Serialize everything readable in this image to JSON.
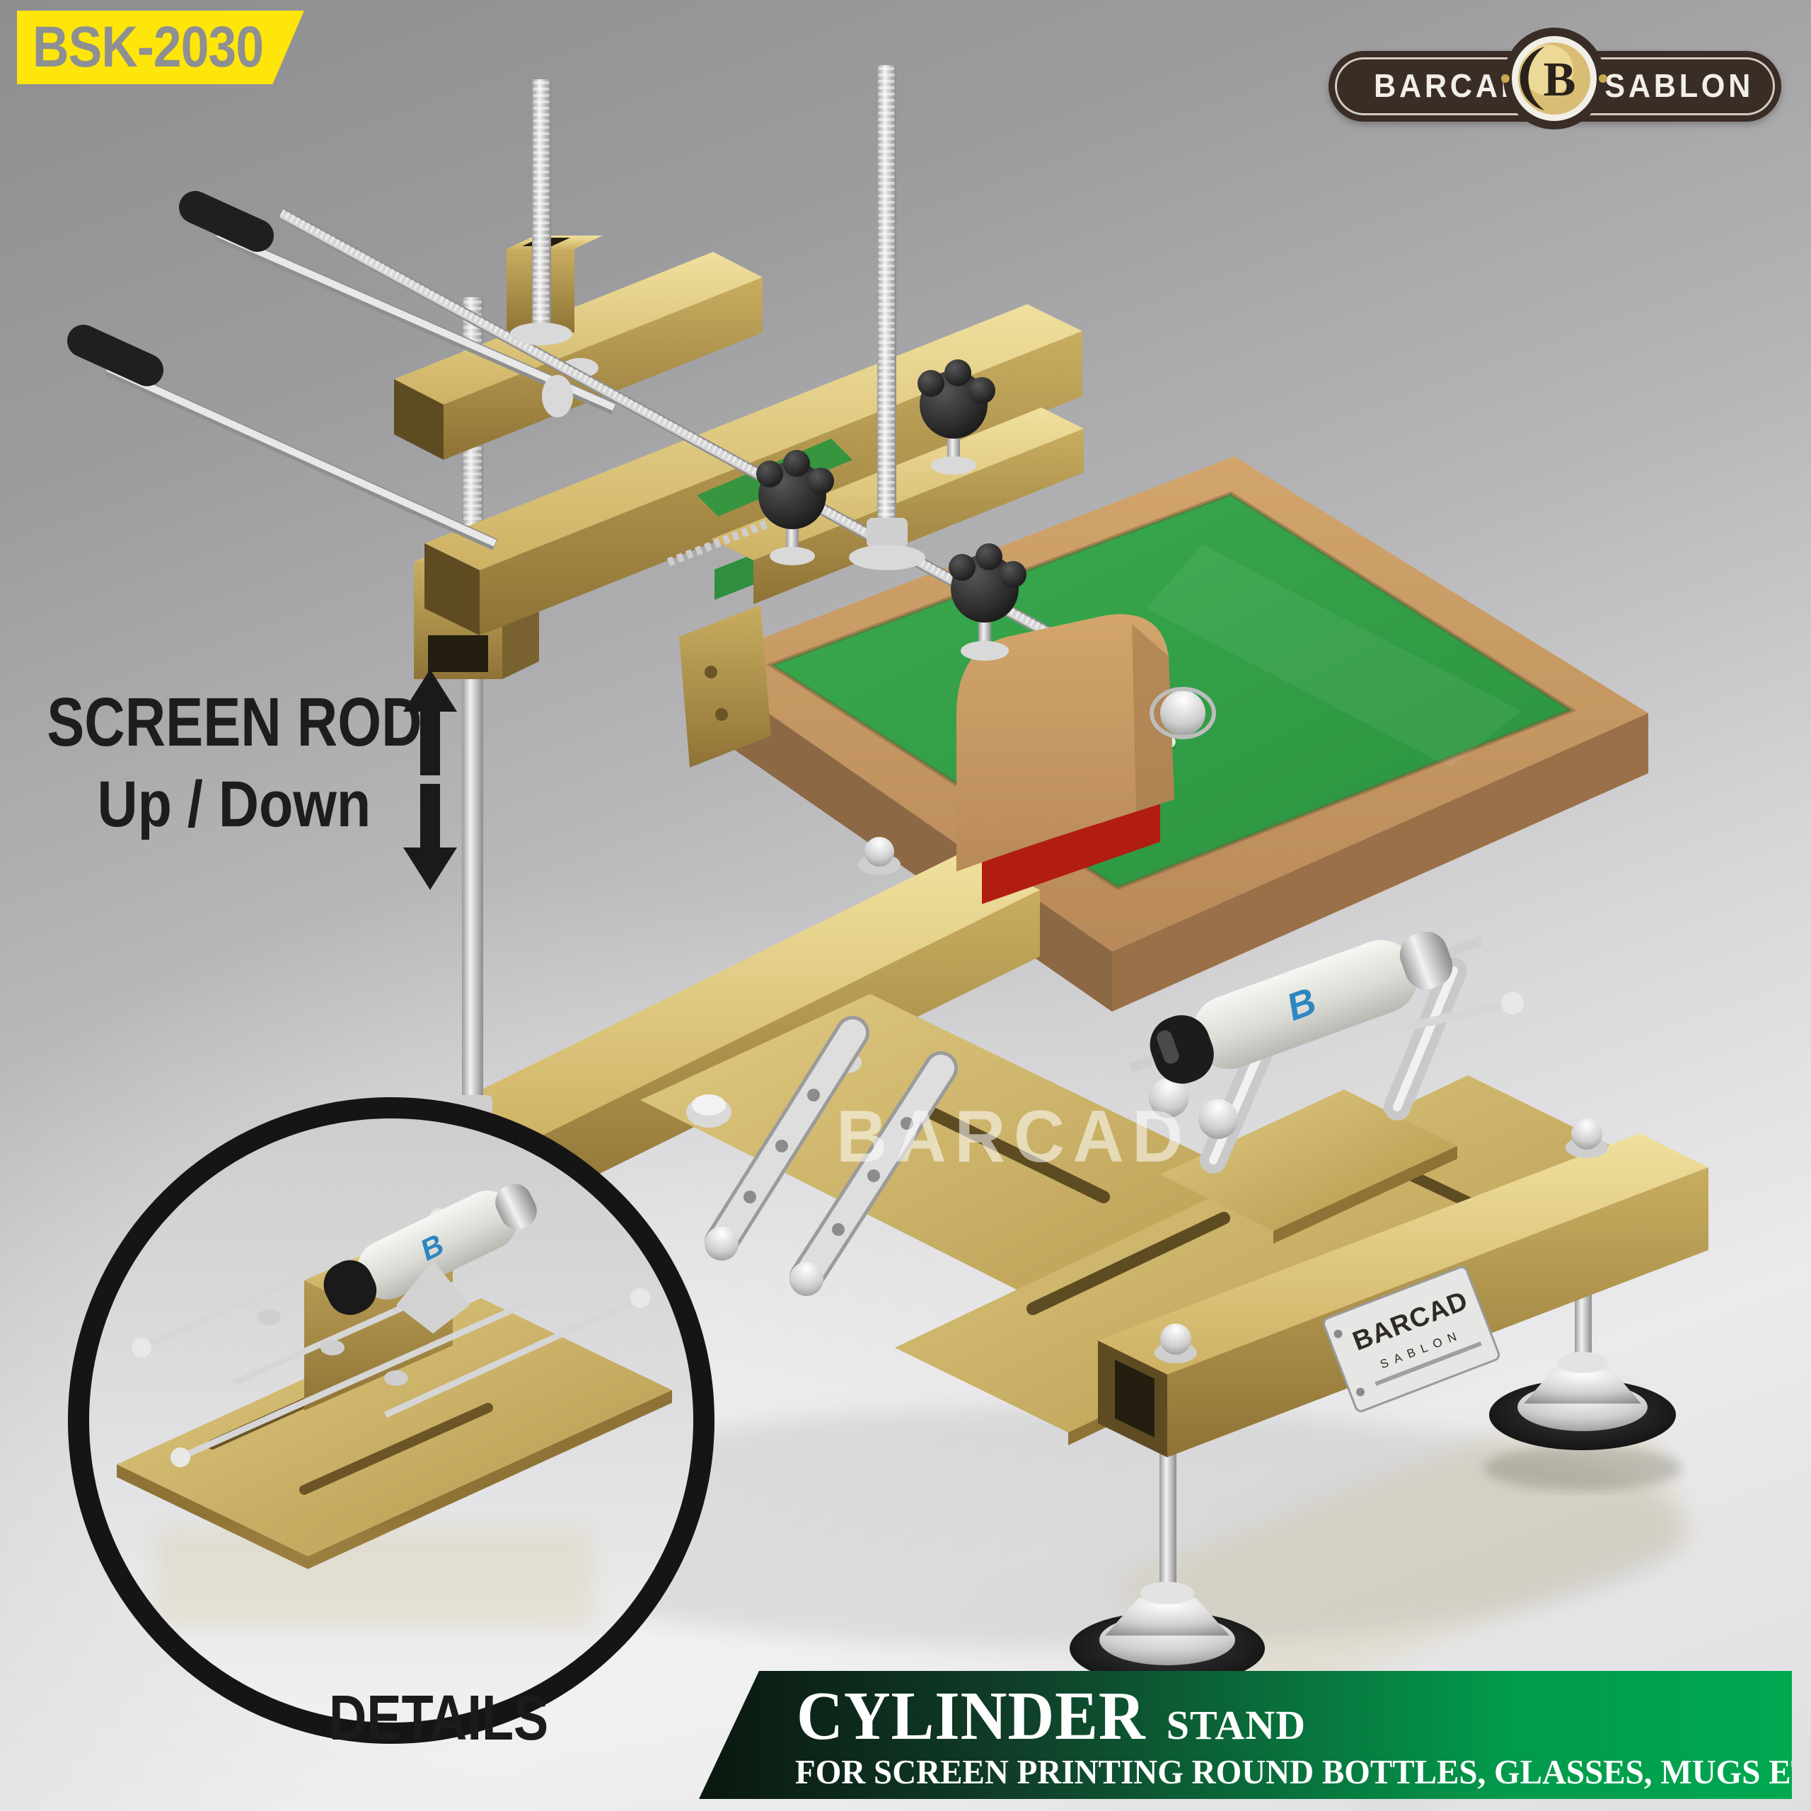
{
  "badge": {
    "model": "BSK-2030"
  },
  "brand_logo": {
    "left": "BARCAD",
    "right": "SABLON",
    "monogram": "B"
  },
  "screen_rod_label": {
    "line1": "SCREEN ROD",
    "line2": "Up / Down"
  },
  "watermark": "BARCAD",
  "inset": {
    "caption": "DETAILS"
  },
  "nameplate": {
    "brand": "BARCAD",
    "sub": "SABLON"
  },
  "cylinder_mark": "B",
  "banner": {
    "title": "CYLINDER",
    "title_suffix": "STAND",
    "subtitle": "FOR SCREEN PRINTING ROUND BOTTLES, GLASSES, MUGS ETC"
  },
  "colors": {
    "badge_bg": "#ffe60a",
    "badge_text": "#8e8f93",
    "logo_bg": "#3a2d26",
    "logo_text": "#f2efe8",
    "gold": "#c7ab5e",
    "wood": "#c69a62",
    "mesh_green": "#2f9e41",
    "blade_red": "#cc2016",
    "chrome": "#d6d6d6",
    "knob_black": "#1b1b1b",
    "banner_dark": "#0a170f",
    "banner_green": "#00a850",
    "label_text": "#1d1d1d"
  }
}
